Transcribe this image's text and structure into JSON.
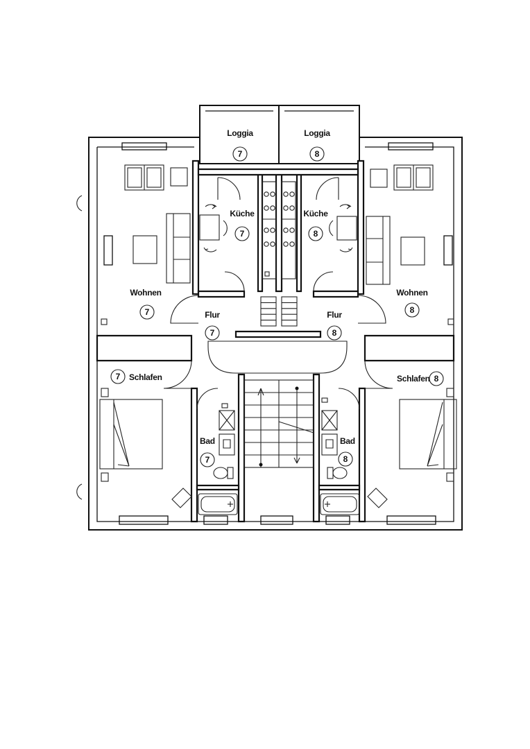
{
  "rooms": {
    "loggia_7": "Loggia",
    "loggia_8": "Loggia",
    "kueche_7": "Küche",
    "kueche_8": "Küche",
    "wohnen_7": "Wohnen",
    "wohnen_8": "Wohnen",
    "flur_7": "Flur",
    "flur_8": "Flur",
    "schlafen_7": "Schlafen",
    "schlafen_8": "Schlafen",
    "bad_7": "Bad",
    "bad_8": "Bad"
  },
  "unit_numbers": {
    "loggia_7": "7",
    "loggia_8": "8",
    "kueche_7": "7",
    "kueche_8": "8",
    "wohnen_7": "7",
    "wohnen_8": "8",
    "flur_7": "7",
    "flur_8": "8",
    "schlafen_7": "7",
    "schlafen_8": "8",
    "bad_7": "7",
    "bad_8": "8"
  }
}
